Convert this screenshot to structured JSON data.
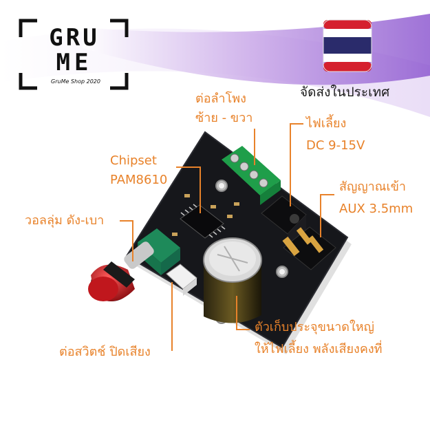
{
  "logo": {
    "line1": "GRU",
    "line2": "ME",
    "tagline": "GruMe Shop 2020"
  },
  "country_caption": "จัดส่งในประเทศ",
  "colors": {
    "accent": "#e8822a",
    "board": "#16171b",
    "terminal": "#1f9e4a",
    "knob": "#c0171d",
    "flag_red": "#d5202e",
    "flag_blue": "#2a2b6b"
  },
  "annotations": {
    "speaker": {
      "line1": "ต่อลำโพง",
      "line2": "ซ้าย - ขวา"
    },
    "power": {
      "line1": "ไฟเลี้ยง",
      "line2": "DC 9-15V"
    },
    "chipset": {
      "line1": "Chipset",
      "line2": "PAM8610"
    },
    "aux": {
      "line1": "สัญญาณเข้า",
      "line2": "AUX 3.5mm"
    },
    "volume": {
      "line1": "วอลลุ่ม ดัง-เบา"
    },
    "capacitor": {
      "line1": "ตัวเก็บประจุขนาดใหญ่",
      "line2": "ให้ไฟเลี้ยง พลังเสียงคงที่"
    },
    "mute": {
      "line1": "ต่อสวิตช์ ปิดเสียง"
    }
  }
}
